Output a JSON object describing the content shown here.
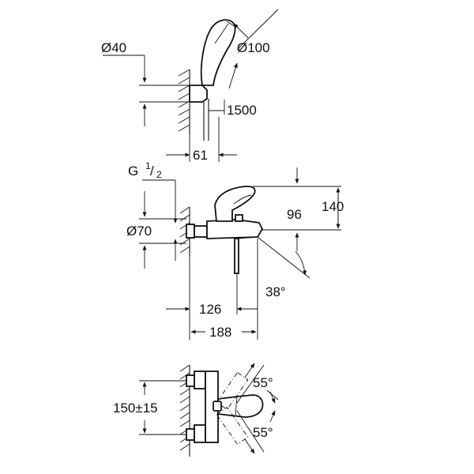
{
  "views": {
    "hand_shower": {
      "dim_diameter_holder": "Ø40",
      "dim_diameter_head": "Ø100",
      "dim_hose_length": "1500",
      "dim_wall_offset": "61"
    },
    "side_view": {
      "thread_label": "G",
      "thread_fraction_num": "1",
      "thread_fraction_den": "2",
      "dim_rosette": "Ø70",
      "dim_height_lever": "96",
      "dim_height_total": "140",
      "dim_angle": "38°",
      "dim_spout_projection": "126",
      "dim_total_projection": "188"
    },
    "top_view": {
      "dim_centers": "150±15",
      "dim_angle_top": "55°",
      "dim_angle_bottom": "55°"
    }
  },
  "colors": {
    "line": "#111111",
    "background": "#ffffff"
  }
}
